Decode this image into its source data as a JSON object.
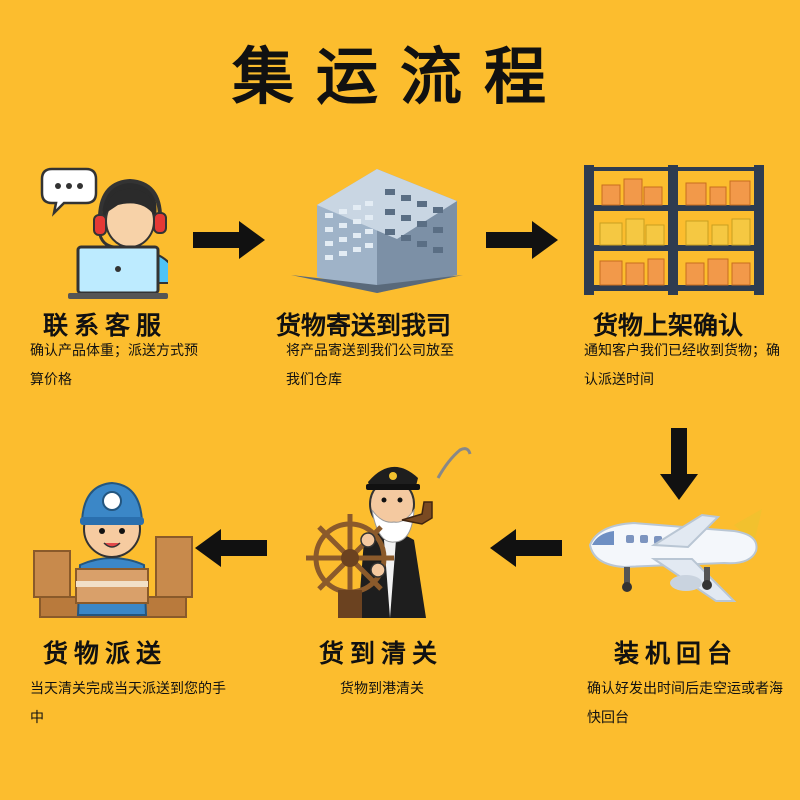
{
  "title": "集运流程",
  "steps": [
    {
      "title": "联系客服",
      "desc": "确认产品体重；派送方式预算价格"
    },
    {
      "title": "货物寄送到我司",
      "desc": "将产品寄送到我们公司放至我们仓库"
    },
    {
      "title": "货物上架确认",
      "desc": "通知客户我们已经收到货物；确认派送时间"
    },
    {
      "title": "装机回台",
      "desc": "确认好发出时间后走空运或者海快回台"
    },
    {
      "title": "货到清关",
      "desc": "货物到港清关"
    },
    {
      "title": "货物派送",
      "desc": "当天清关完成当天派送到您的手中"
    }
  ],
  "colors": {
    "background": "#FCBD2E",
    "text": "#111111",
    "arrow": "#111111"
  },
  "icons": [
    "customer-service-icon",
    "office-building-icon",
    "warehouse-shelf-icon",
    "airplane-icon",
    "ship-captain-icon",
    "delivery-courier-icon"
  ]
}
